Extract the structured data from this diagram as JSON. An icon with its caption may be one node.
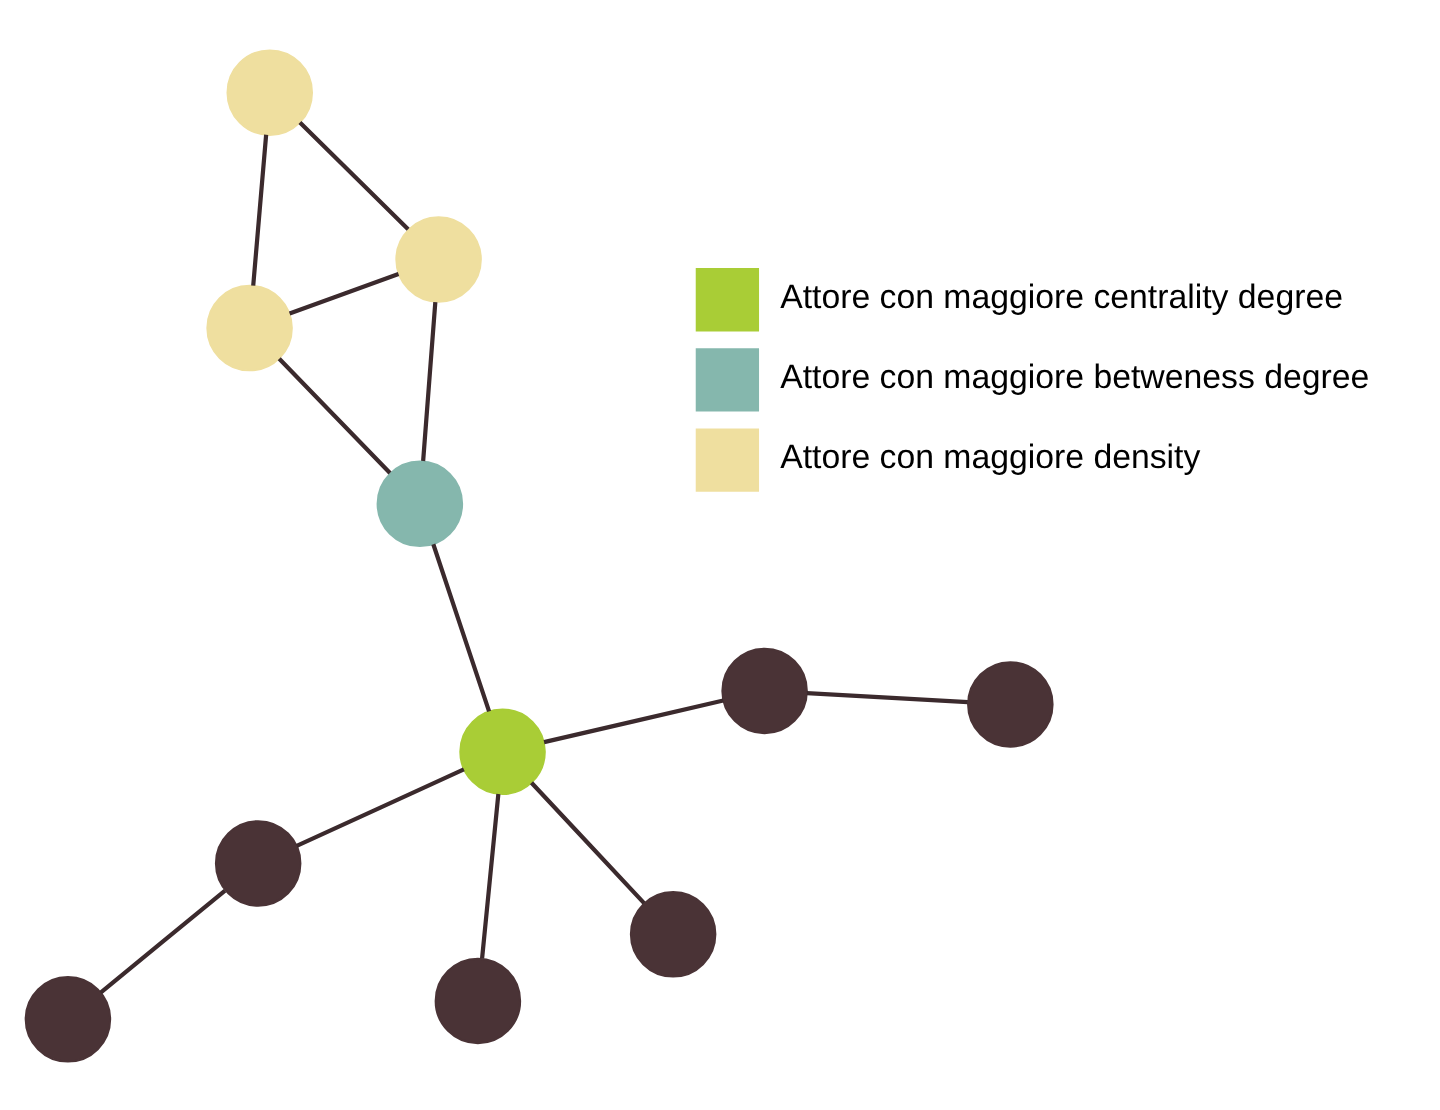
{
  "diagram": {
    "nodes": [
      {
        "text": [],
        "shape": "circle"
      },
      {
        "text": [],
        "shape": "circle"
      },
      {
        "text": [],
        "shape": "circle"
      },
      {
        "text": [],
        "shape": "circle"
      },
      {
        "text": [],
        "shape": "circle"
      },
      {
        "text": [],
        "shape": "circle"
      },
      {
        "text": [],
        "shape": "circle"
      },
      {
        "text": [],
        "shape": "circle"
      },
      {
        "text": [],
        "shape": "circle"
      },
      {
        "text": [],
        "shape": "circle"
      },
      {
        "text": [],
        "shape": "circle"
      }
    ],
    "edges": [
      {
        "from": 0,
        "to": 1,
        "arrow": "none"
      },
      {
        "from": 0,
        "to": 2,
        "arrow": "none"
      },
      {
        "from": 1,
        "to": 2,
        "arrow": "none"
      },
      {
        "from": 1,
        "to": 3,
        "arrow": "none"
      },
      {
        "from": 2,
        "to": 3,
        "arrow": "none"
      },
      {
        "from": 3,
        "to": 4,
        "arrow": "none"
      },
      {
        "from": 4,
        "to": 5,
        "arrow": "none"
      },
      {
        "from": 5,
        "to": 6,
        "arrow": "none"
      },
      {
        "from": 4,
        "to": 7,
        "arrow": "none"
      },
      {
        "from": 7,
        "to": 8,
        "arrow": "none"
      },
      {
        "from": 4,
        "to": 9,
        "arrow": "none"
      },
      {
        "from": 4,
        "to": 10,
        "arrow": "none"
      }
    ],
    "legend": [
      {
        "text": "Attore con maggiore centrality degree",
        "color": "#a9cd36"
      },
      {
        "text": "Attore con maggiore betweness degree",
        "color": "#85b7ad"
      },
      {
        "text": "Attore con maggiore density",
        "color": "#efdf9f"
      }
    ]
  }
}
